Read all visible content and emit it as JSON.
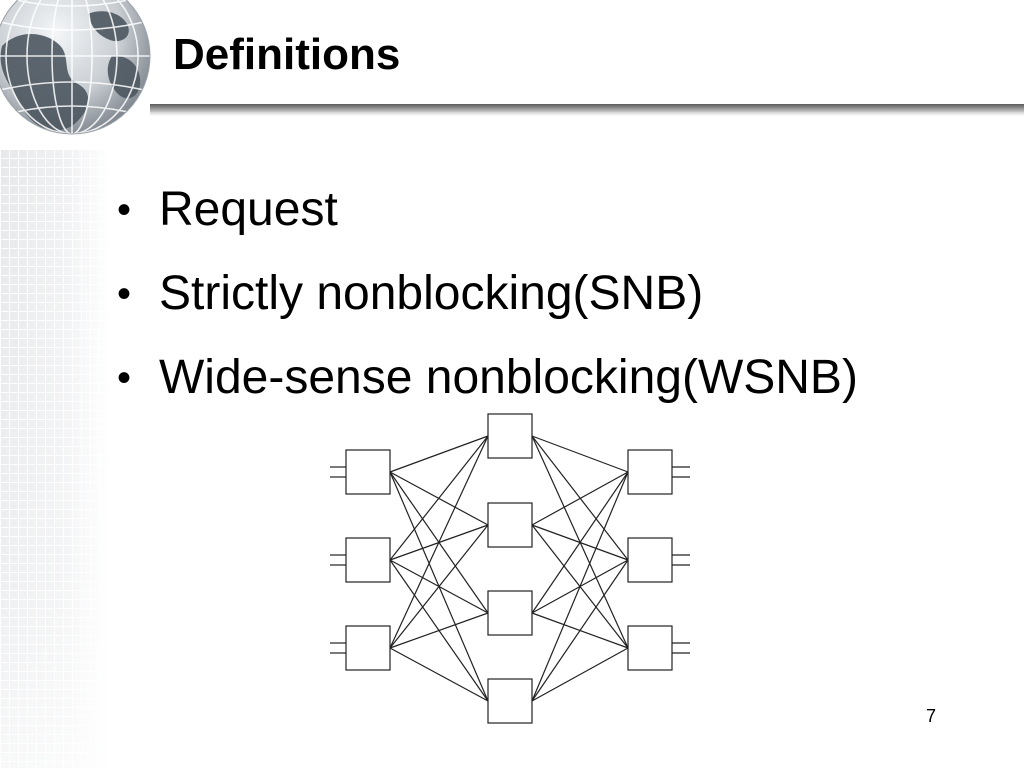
{
  "slide": {
    "title": "Definitions",
    "bullets": [
      "Request",
      "Strictly nonblocking(SNB)",
      "Wide-sense nonblocking(WSNB)"
    ],
    "page_number": "7"
  },
  "diagram": {
    "type": "three-stage switching network",
    "input_stage_switches": 3,
    "middle_stage_switches": 4,
    "output_stage_switches": 3,
    "lines_per_outer_switch": 2
  },
  "icons": {
    "logo": "globe-icon"
  },
  "colors": {
    "title_rule": "#6e6e6e",
    "text": "#000000",
    "tile_background": "#e6e8ea"
  }
}
